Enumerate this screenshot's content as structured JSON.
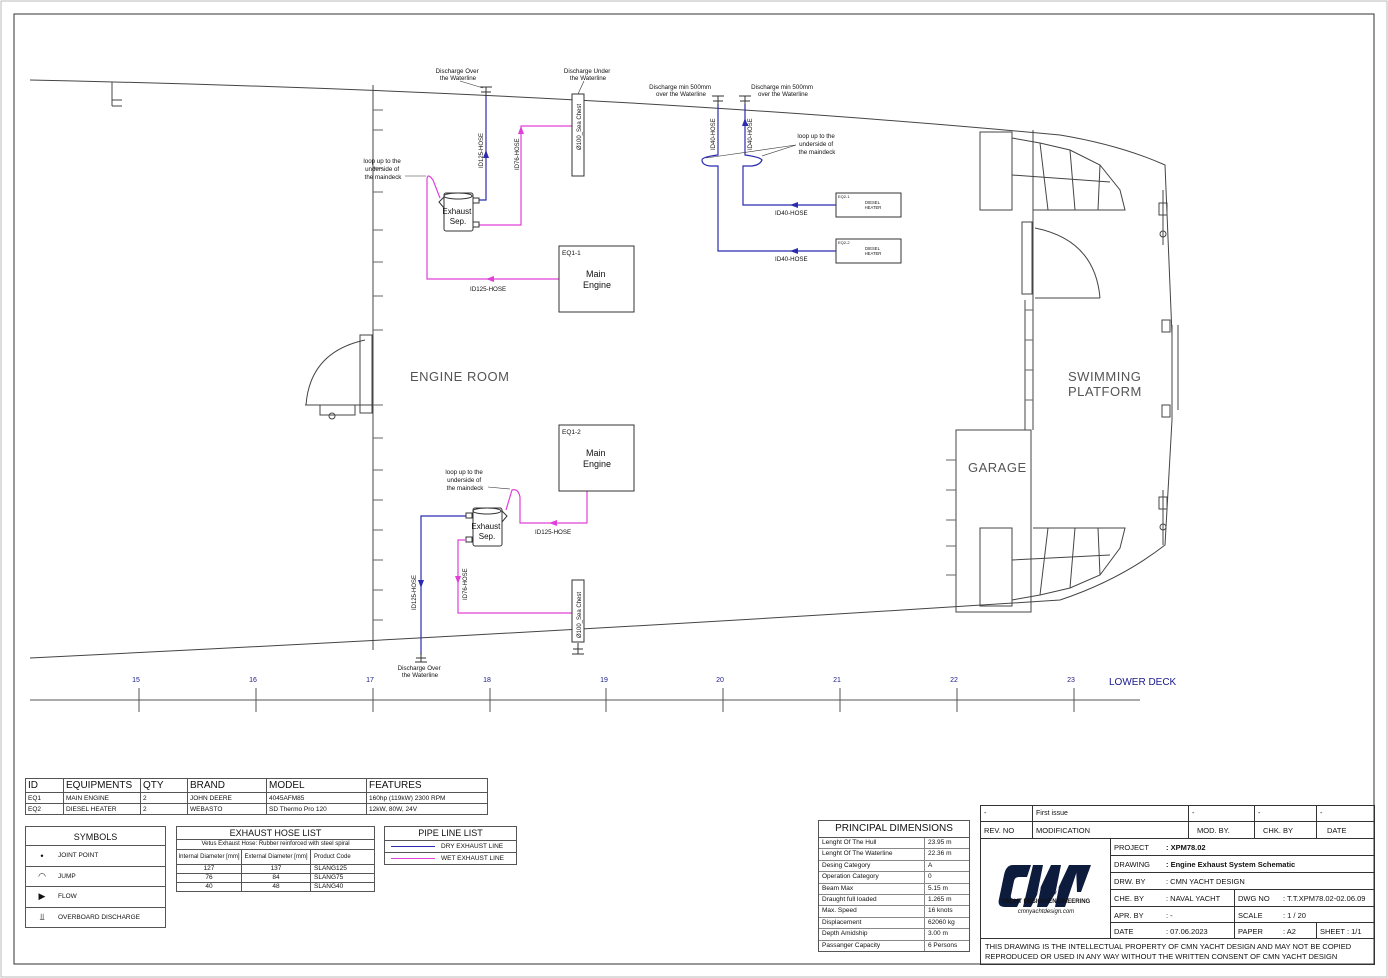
{
  "drawing": {
    "discharge_over_waterline_top": [
      "Discharge Over",
      "the Waterline"
    ],
    "discharge_under_waterline": [
      "Discharge Under",
      "the Waterline"
    ],
    "discharge_500_a": [
      "Discharge min 500mm",
      "over the Waterline"
    ],
    "discharge_500_b": [
      "Discharge min 500mm",
      "over the Waterline"
    ],
    "discharge_over_waterline_bottom": [
      "Discharge Over",
      "the Waterline"
    ],
    "loop_up_a": [
      "loop up to the",
      "underside of",
      "the maindeck"
    ],
    "loop_up_b": [
      "loop up to the",
      "underside of",
      "the maindeck"
    ],
    "loop_up_c": [
      "loop up to the",
      "underside of",
      "the maindeck"
    ],
    "exhaust_sep_top": [
      "Exhaust",
      "Sep."
    ],
    "exhaust_sep_bottom": [
      "Exhaust",
      "Sep."
    ],
    "hose_id125_top_v": "ID125-HOSE",
    "hose_id76_top_v": "ID76-HOSE",
    "sea_chest_top": "Ø100_Sea Chest",
    "hose_id125_top_h": "ID125-HOSE",
    "hose_id40_a": "ID40-HOSE",
    "hose_id40_b": "ID40-HOSE",
    "hose_id40_h1": "ID40-HOSE",
    "hose_id40_h2": "ID40-HOSE",
    "hose_id125_bottom_h": "ID125-HOSE",
    "hose_id125_bottom_v": "ID125-HOSE",
    "hose_id76_bottom_v": "ID76-HOSE",
    "sea_chest_bottom": "Ø100_Sea Chest",
    "eq1_1_tag": "EQ1-1",
    "eq1_2_tag": "EQ1-2",
    "main_engine": [
      "Main",
      "Engine"
    ],
    "eq2_1_tag": "EQ2-1",
    "eq2_2_tag": "EQ2-2",
    "diesel_heater": [
      "DIESEL",
      "HEATER"
    ],
    "engine_room": "ENGINE ROOM",
    "garage": "GARAGE",
    "swimming_platform": [
      "SWIMMING",
      "PLATFORM"
    ],
    "lower_deck": "LOWER DECK",
    "frames": [
      "15",
      "16",
      "17",
      "18",
      "19",
      "20",
      "21",
      "22",
      "23"
    ]
  },
  "equipment": {
    "headers": [
      "ID",
      "EQUIPMENTS",
      "QTY",
      "BRAND",
      "MODEL",
      "FEATURES"
    ],
    "rows": [
      [
        "EQ1",
        "MAIN ENGINE",
        "2",
        "JOHN DEERE",
        "4045AFM85",
        "160hp (119kW) 2300 RPM"
      ],
      [
        "EQ2",
        "DIESEL HEATER",
        "2",
        "WEBASTO",
        "SD Thermo Pro 120",
        "12kW, 80W, 24V"
      ]
    ]
  },
  "symbols": {
    "title": "SYMBOLS",
    "items": [
      {
        "icon": "joint-point-icon",
        "glyph": "•",
        "label": "JOINT POINT"
      },
      {
        "icon": "jump-icon",
        "glyph": "◠",
        "label": "JUMP"
      },
      {
        "icon": "flow-icon",
        "glyph": "▶",
        "label": "FLOW"
      },
      {
        "icon": "overboard-discharge-icon",
        "glyph": "⫫",
        "label": "OVERBOARD DISCHARGE"
      }
    ]
  },
  "hose_list": {
    "title": "EXHAUST HOSE LIST",
    "subtitle": "Vetus Exhaust Hose: Rubber reinforced with steel spiral",
    "headers": [
      "Internal Diameter [mm]",
      "External Diameter [mm]",
      "Product Code"
    ],
    "rows": [
      [
        "127",
        "137",
        "SLANG125"
      ],
      [
        "76",
        "84",
        "SLANG75"
      ],
      [
        "40",
        "48",
        "SLANG40"
      ]
    ]
  },
  "pipe_line_list": {
    "title": "PIPE LINE LIST",
    "items": [
      {
        "label": "DRY EXHAUST LINE",
        "color": "#2b2bb0"
      },
      {
        "label": "WET EXHAUST LINE",
        "color": "#e040d8"
      }
    ]
  },
  "principal_dimensions": {
    "title": "PRINCIPAL DIMENSIONS",
    "rows": [
      [
        "Lenght Of The Hull",
        "23.95 m"
      ],
      [
        "Lenght Of The Waterline",
        "22.36 m"
      ],
      [
        "Desing Category",
        "A"
      ],
      [
        "Operation Category",
        "0"
      ],
      [
        "Beam Max",
        "5.15 m"
      ],
      [
        "Draught full loaded",
        "1.265 m"
      ],
      [
        "Max. Speed",
        "16 knots"
      ],
      [
        "Displacement",
        "62060 kg"
      ],
      [
        "Depth Amidship",
        "3.00 m"
      ],
      [
        "Passanger Capacity",
        "6 Persons"
      ]
    ]
  },
  "title_block": {
    "rev_row": [
      "-",
      "First issue",
      "-",
      "-",
      "-"
    ],
    "rev_headers": [
      "REV. NO",
      "MODIFICATION",
      "MOD. BY.",
      "CHK. BY",
      "DATE"
    ],
    "company": "YACHT DESIGN/ENGINEERING",
    "website": "cmnyachtdesign.com",
    "project_label": "PROJECT",
    "project": ": XPM78.02",
    "drawing_label": "DRAWING",
    "drawing": ": Engine Exhaust System Schematic",
    "drw_label": "DRW. BY",
    "drw": ": CMN YACHT DESIGN",
    "che_label": "CHE. BY",
    "che": ": NAVAL YACHT",
    "dwg_label": "DWG NO",
    "dwg": ": T.T.XPM78.02-02.06.09",
    "apr_label": "APR. BY",
    "apr": ": -",
    "scale_label": "SCALE",
    "scale": ": 1 / 20",
    "date_label": "DATE",
    "date": ": 07.06.2023",
    "paper_label": "PAPER",
    "paper": ": A2",
    "sheet": "SHEET : 1/1",
    "notice": "THIS DRAWING IS THE INTELLECTUAL PROPERTY OF CMN YACHT DESIGN AND MAY NOT BE COPIED REPRODUCED OR USED IN ANY WAY WITHOUT THE WRITTEN CONSENT OF CMN YACHT DESIGN"
  },
  "colors": {
    "dry": "#2b2bb0",
    "wet": "#e040d8",
    "hull": "#444444",
    "label_blue": "#1a1a8c"
  }
}
